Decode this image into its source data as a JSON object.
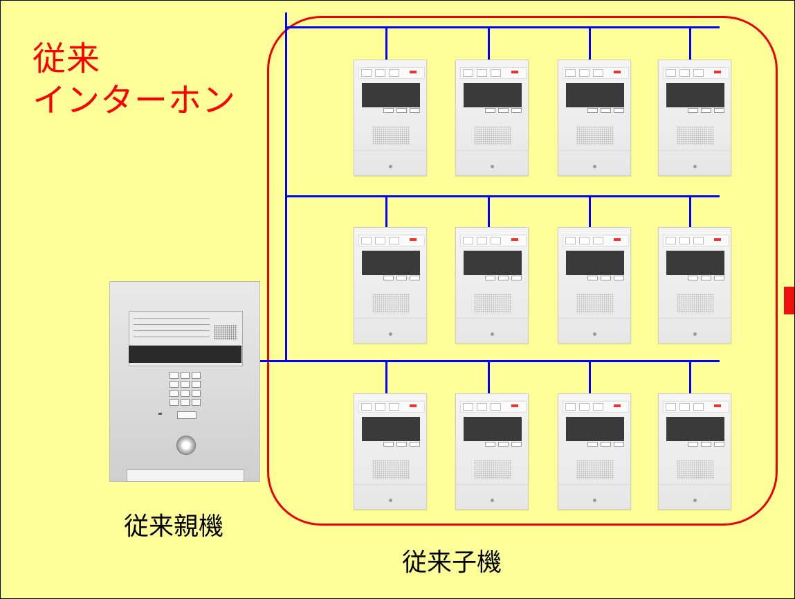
{
  "title": {
    "line1": "従来",
    "line2": "インターホン"
  },
  "labels": {
    "master": "従来親機",
    "subunits": "従来子機"
  },
  "colors": {
    "background": "#ffff99",
    "title": "#ff0000",
    "group_outline": "#ee0000",
    "wiring": "#0000ff"
  },
  "layout": {
    "rows": 3,
    "subunits_per_row": 4
  }
}
